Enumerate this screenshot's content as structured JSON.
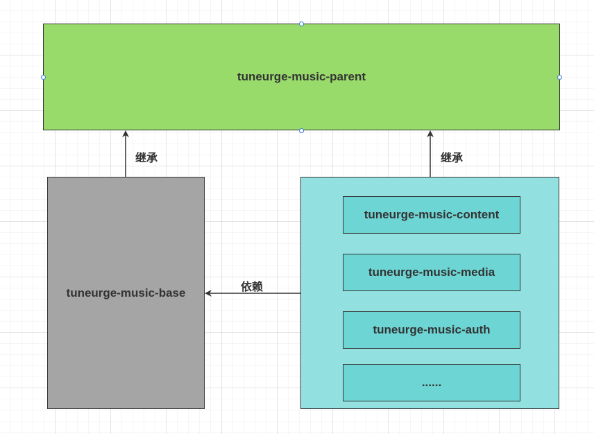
{
  "colors": {
    "parent_fill": "#98db6b",
    "base_fill": "#a5a5a5",
    "modules_fill": "#92e1e0",
    "child_fill": "#6dd5d4",
    "line": "#333333",
    "handle": "#3a7bd5"
  },
  "nodes": {
    "parent": "tuneurge-music-parent",
    "base": "tuneurge-music-base",
    "children": [
      "tuneurge-music-content",
      "tuneurge-music-media",
      "tuneurge-music-auth",
      "......"
    ]
  },
  "edges": {
    "inherit_left": "继承",
    "inherit_right": "继承",
    "depend": "依赖"
  }
}
